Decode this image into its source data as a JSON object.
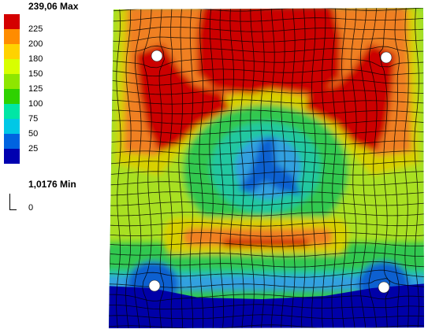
{
  "legend": {
    "max_label": "239,06 Max",
    "min_label": "1,0176 Min",
    "ticks": [
      "225",
      "200",
      "180",
      "150",
      "125",
      "100",
      "75",
      "50",
      "25"
    ],
    "zero_label": "0",
    "band_colors": [
      "#d40000",
      "#ff8c00",
      "#ffd200",
      "#d8ff00",
      "#8ee600",
      "#2ed200",
      "#00e6a5",
      "#00c8e6",
      "#0064e0",
      "#0000b0"
    ]
  },
  "plot": {
    "mounting_holes": 4,
    "colors": {
      "red": "#cc0000",
      "orange": "#f08020",
      "yellow": "#d8d000",
      "yellow_green": "#a8e020",
      "green": "#30c850",
      "teal": "#20c8a0",
      "light_blue": "#30a0e0",
      "blue": "#1060d0",
      "navy": "#0000a8"
    }
  }
}
